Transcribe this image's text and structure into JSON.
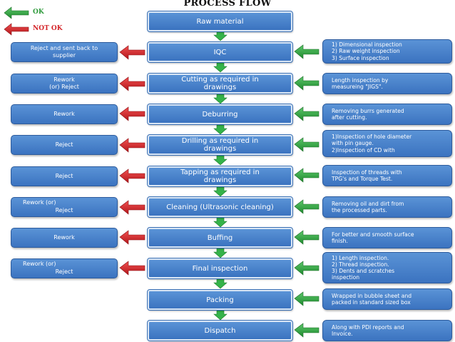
{
  "title": "PROCESS FLOW",
  "legend": {
    "ok": "OK",
    "not_ok": "NOT OK"
  },
  "colors": {
    "ok_arrow": "#2e9a3b",
    "not_ok_arrow": "#d4252a",
    "box_fill": "#4a82cc"
  },
  "steps": [
    {
      "label": "Raw material"
    },
    {
      "label": "IQC",
      "inspection": "1) Dimensional inspection\n2) Raw weight inspection\n3) Surface inspection",
      "rejection": "Reject and sent back to\nsupplier"
    },
    {
      "label": "Cutting as required in\ndrawings",
      "inspection": "Length inspection by\nmeasureing \"JIGS\".",
      "rejection": "Rework\n(or)  Reject"
    },
    {
      "label": "Deburring",
      "inspection": "Removing burrs generated\nafter cutting.",
      "rejection": "Rework"
    },
    {
      "label": "Drilling as required in\ndrawings",
      "inspection": "1)Inspection of hole diameter\nwith pin gauge.\n2)Inspection of CD with",
      "rejection": "Reject"
    },
    {
      "label": "Tapping as required in\ndrawings",
      "inspection": "Inspection of threads with\nTPG's and Torque Test.",
      "rejection": "Reject"
    },
    {
      "label": "Cleaning (Ultrasonic cleaning)",
      "inspection": "Removing oil and dirt from\nthe processed parts.",
      "rejection_a": "Rework              (or)",
      "rejection_b": "Reject"
    },
    {
      "label": "Buffing",
      "inspection": "For better and smooth surface\nfinish.",
      "rejection": "Rework"
    },
    {
      "label": "Final inspection",
      "inspection": "1) Length inspection.\n2) Thread inspection.\n3) Dents and scratches\ninspection",
      "rejection_a": "Rework              (or)",
      "rejection_b": "Reject"
    },
    {
      "label": "Packing",
      "inspection": "Wrapped in bubble sheet and\npacked in standard sized box"
    },
    {
      "label": "Dispatch",
      "inspection": "Along with PDI reports and\nInvoice."
    }
  ]
}
